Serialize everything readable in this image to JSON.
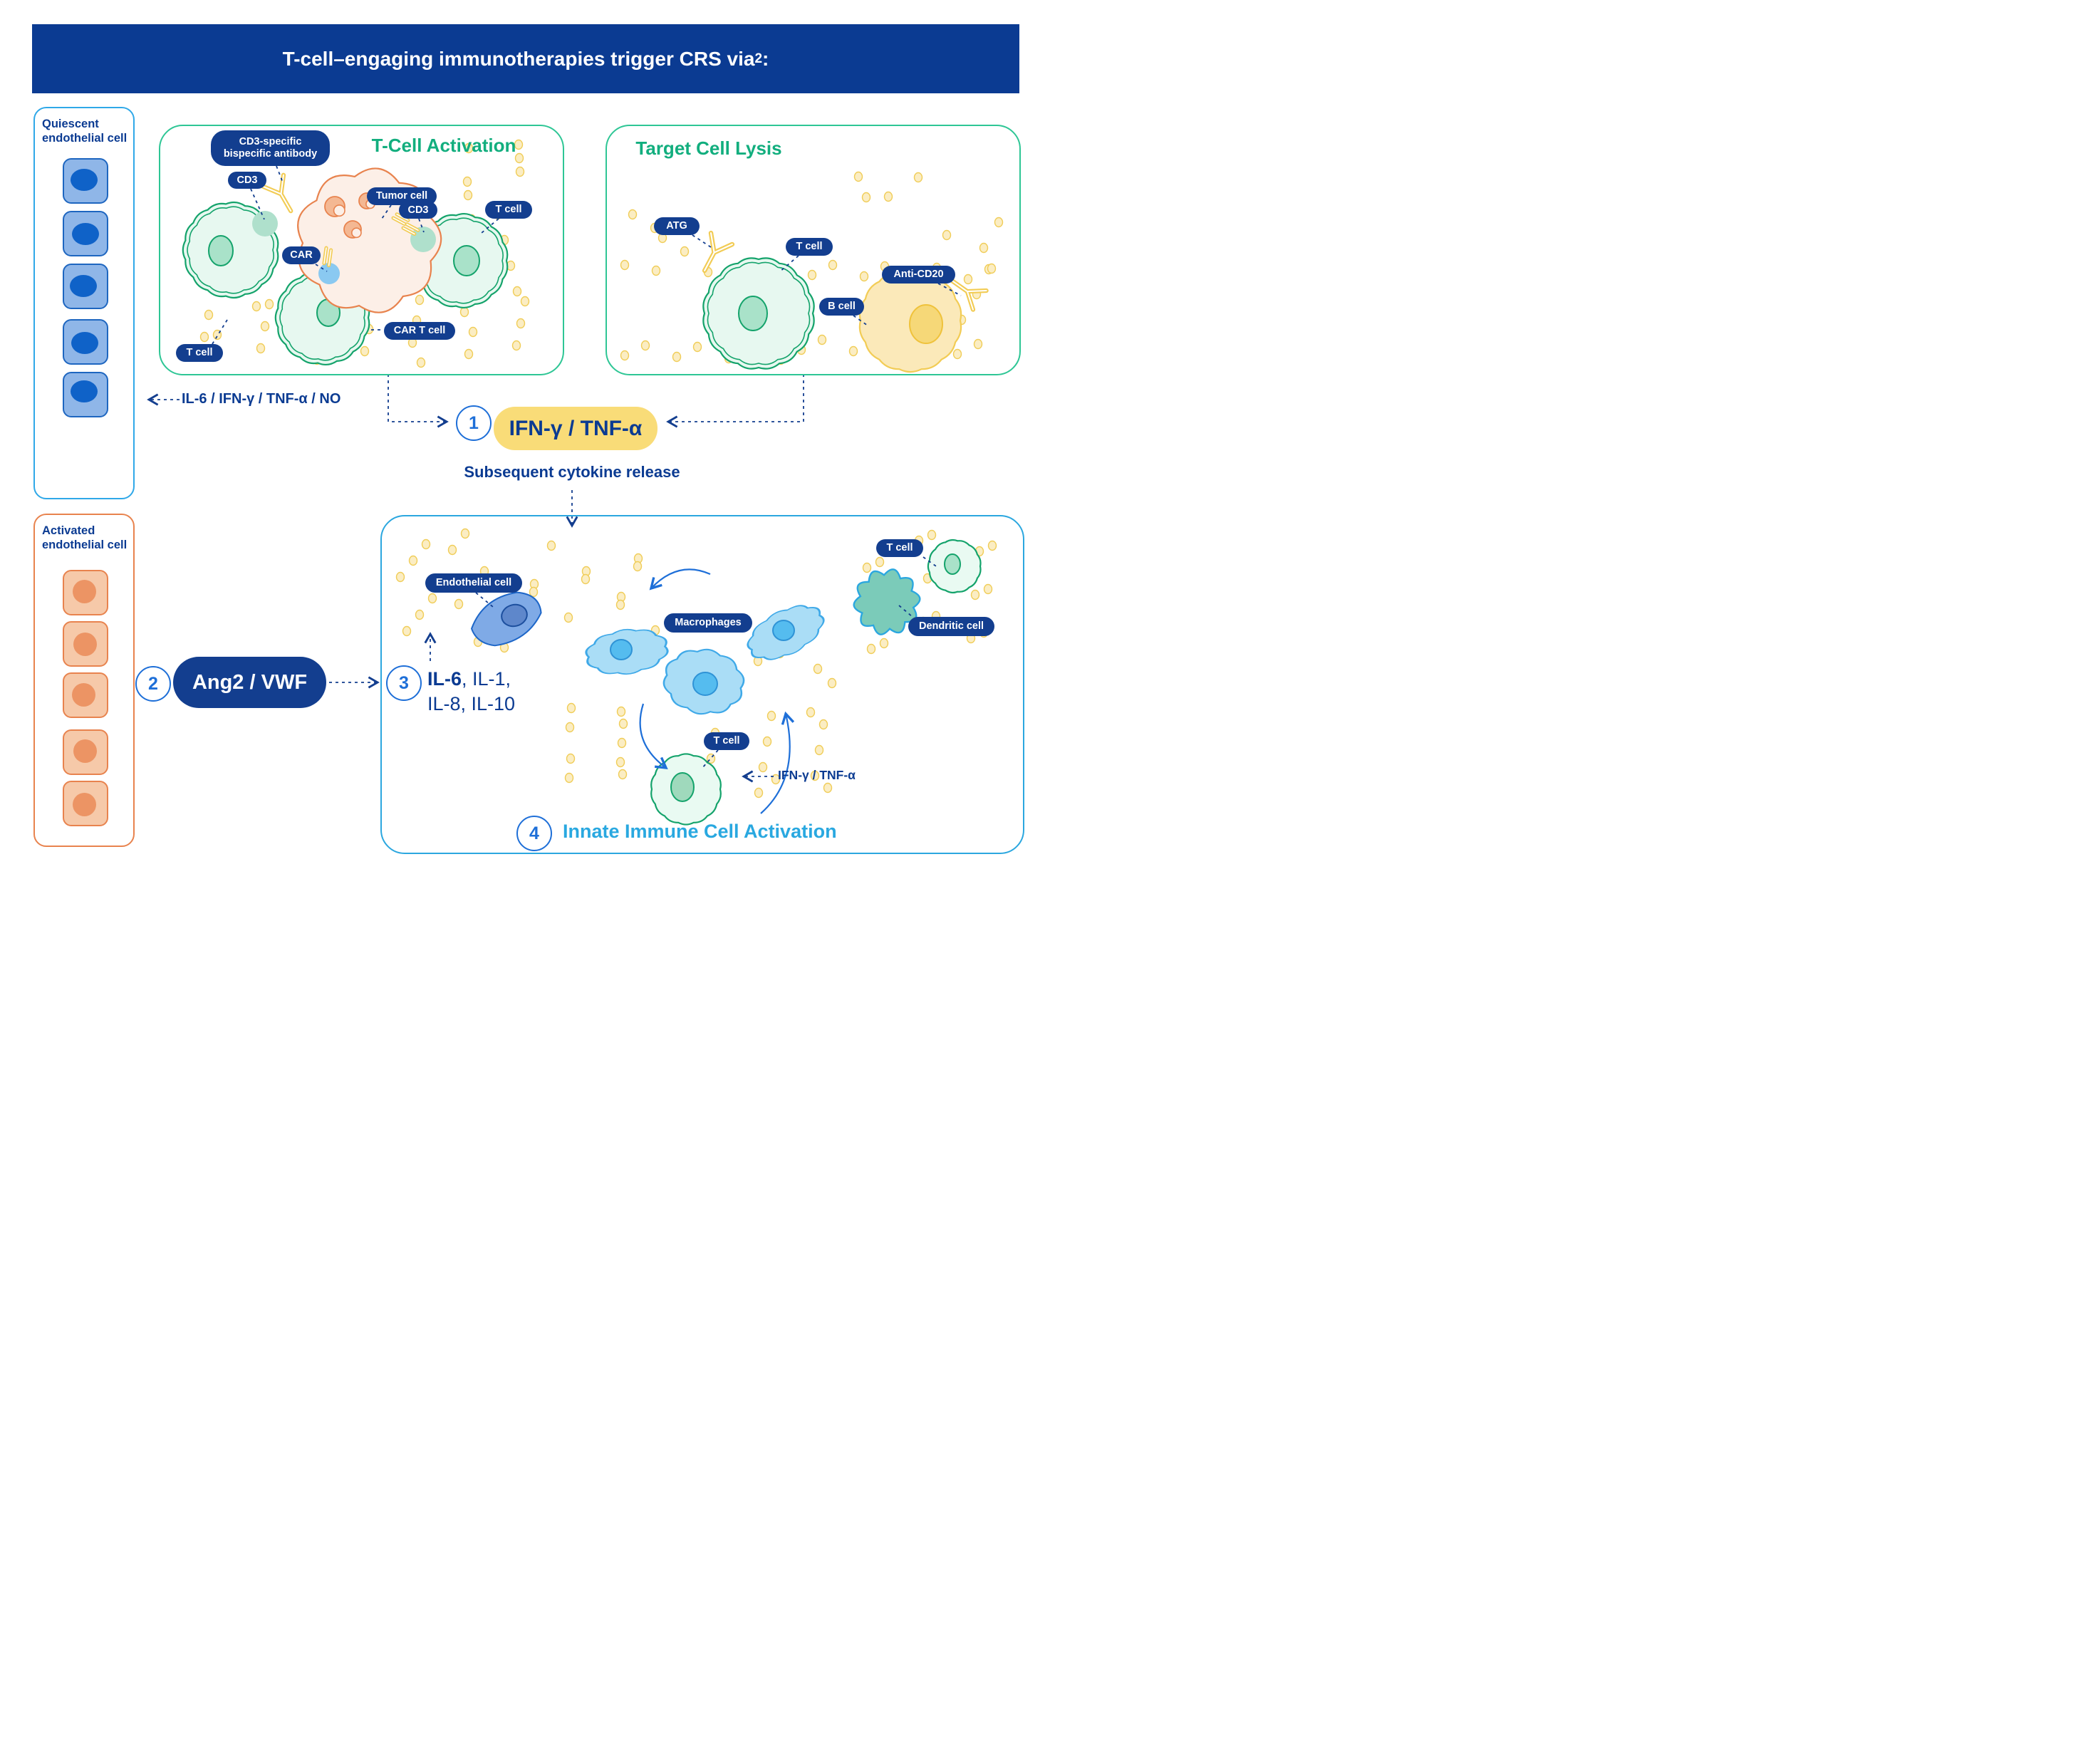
{
  "banner": {
    "title": "T-cell–engaging immunotherapies trigger CRS via",
    "superscript": "2",
    "colon": ":"
  },
  "quiescent_box": {
    "label": "Quiescent\nendothelial cell"
  },
  "activated_box": {
    "label": "Activated\nendothelial cell"
  },
  "activation_panel": {
    "title": "T-Cell Activation",
    "pills": {
      "bispecific": "CD3-specific\nbispecific antibody",
      "cd3_left": "CD3",
      "tumor": "Tumor cell",
      "cd3_right": "CD3",
      "t_cell_right": "T cell",
      "car": "CAR",
      "t_cell_left": "T cell",
      "car_t_cell": "CAR T cell"
    }
  },
  "lysis_panel": {
    "title": "Target Cell Lysis",
    "pills": {
      "atg": "ATG",
      "t_cell": "T cell",
      "anti_cd20": "Anti-CD20",
      "b_cell": "B cell"
    }
  },
  "flow": {
    "step1_num": "1",
    "cytokine_pill": "IFN-γ / TNF-α",
    "caption": "Subsequent cytokine release",
    "quiescent_feedback": "IL-6 / IFN-γ / TNF-α / NO"
  },
  "step2": {
    "num": "2",
    "pill": "Ang2 / VWF"
  },
  "innate_panel": {
    "pills": {
      "endothelial": "Endothelial cell",
      "macrophages": "Macrophages",
      "t_cell_top": "T cell",
      "dendritic": "Dendritic cell",
      "t_cell_mid": "T cell"
    },
    "step3": {
      "num": "3",
      "il6": "IL-6",
      "rest": ", IL-1,",
      "line2": "IL-8, IL-10"
    },
    "feedback": "IFN-γ / TNF-α",
    "step4": {
      "num": "4",
      "label": "Innate Immune Cell Activation"
    }
  },
  "colors": {
    "banner_navy": "#0B3B92",
    "pill_navy": "#133E8F",
    "title_green": "#12AE7E",
    "panel_green": "#2EC695",
    "panel_blue": "#2BA7DF",
    "step_blue": "#1E6FD8",
    "cytokine_yellow": "#F9DC78",
    "innate_blue": "#29A8E0"
  }
}
